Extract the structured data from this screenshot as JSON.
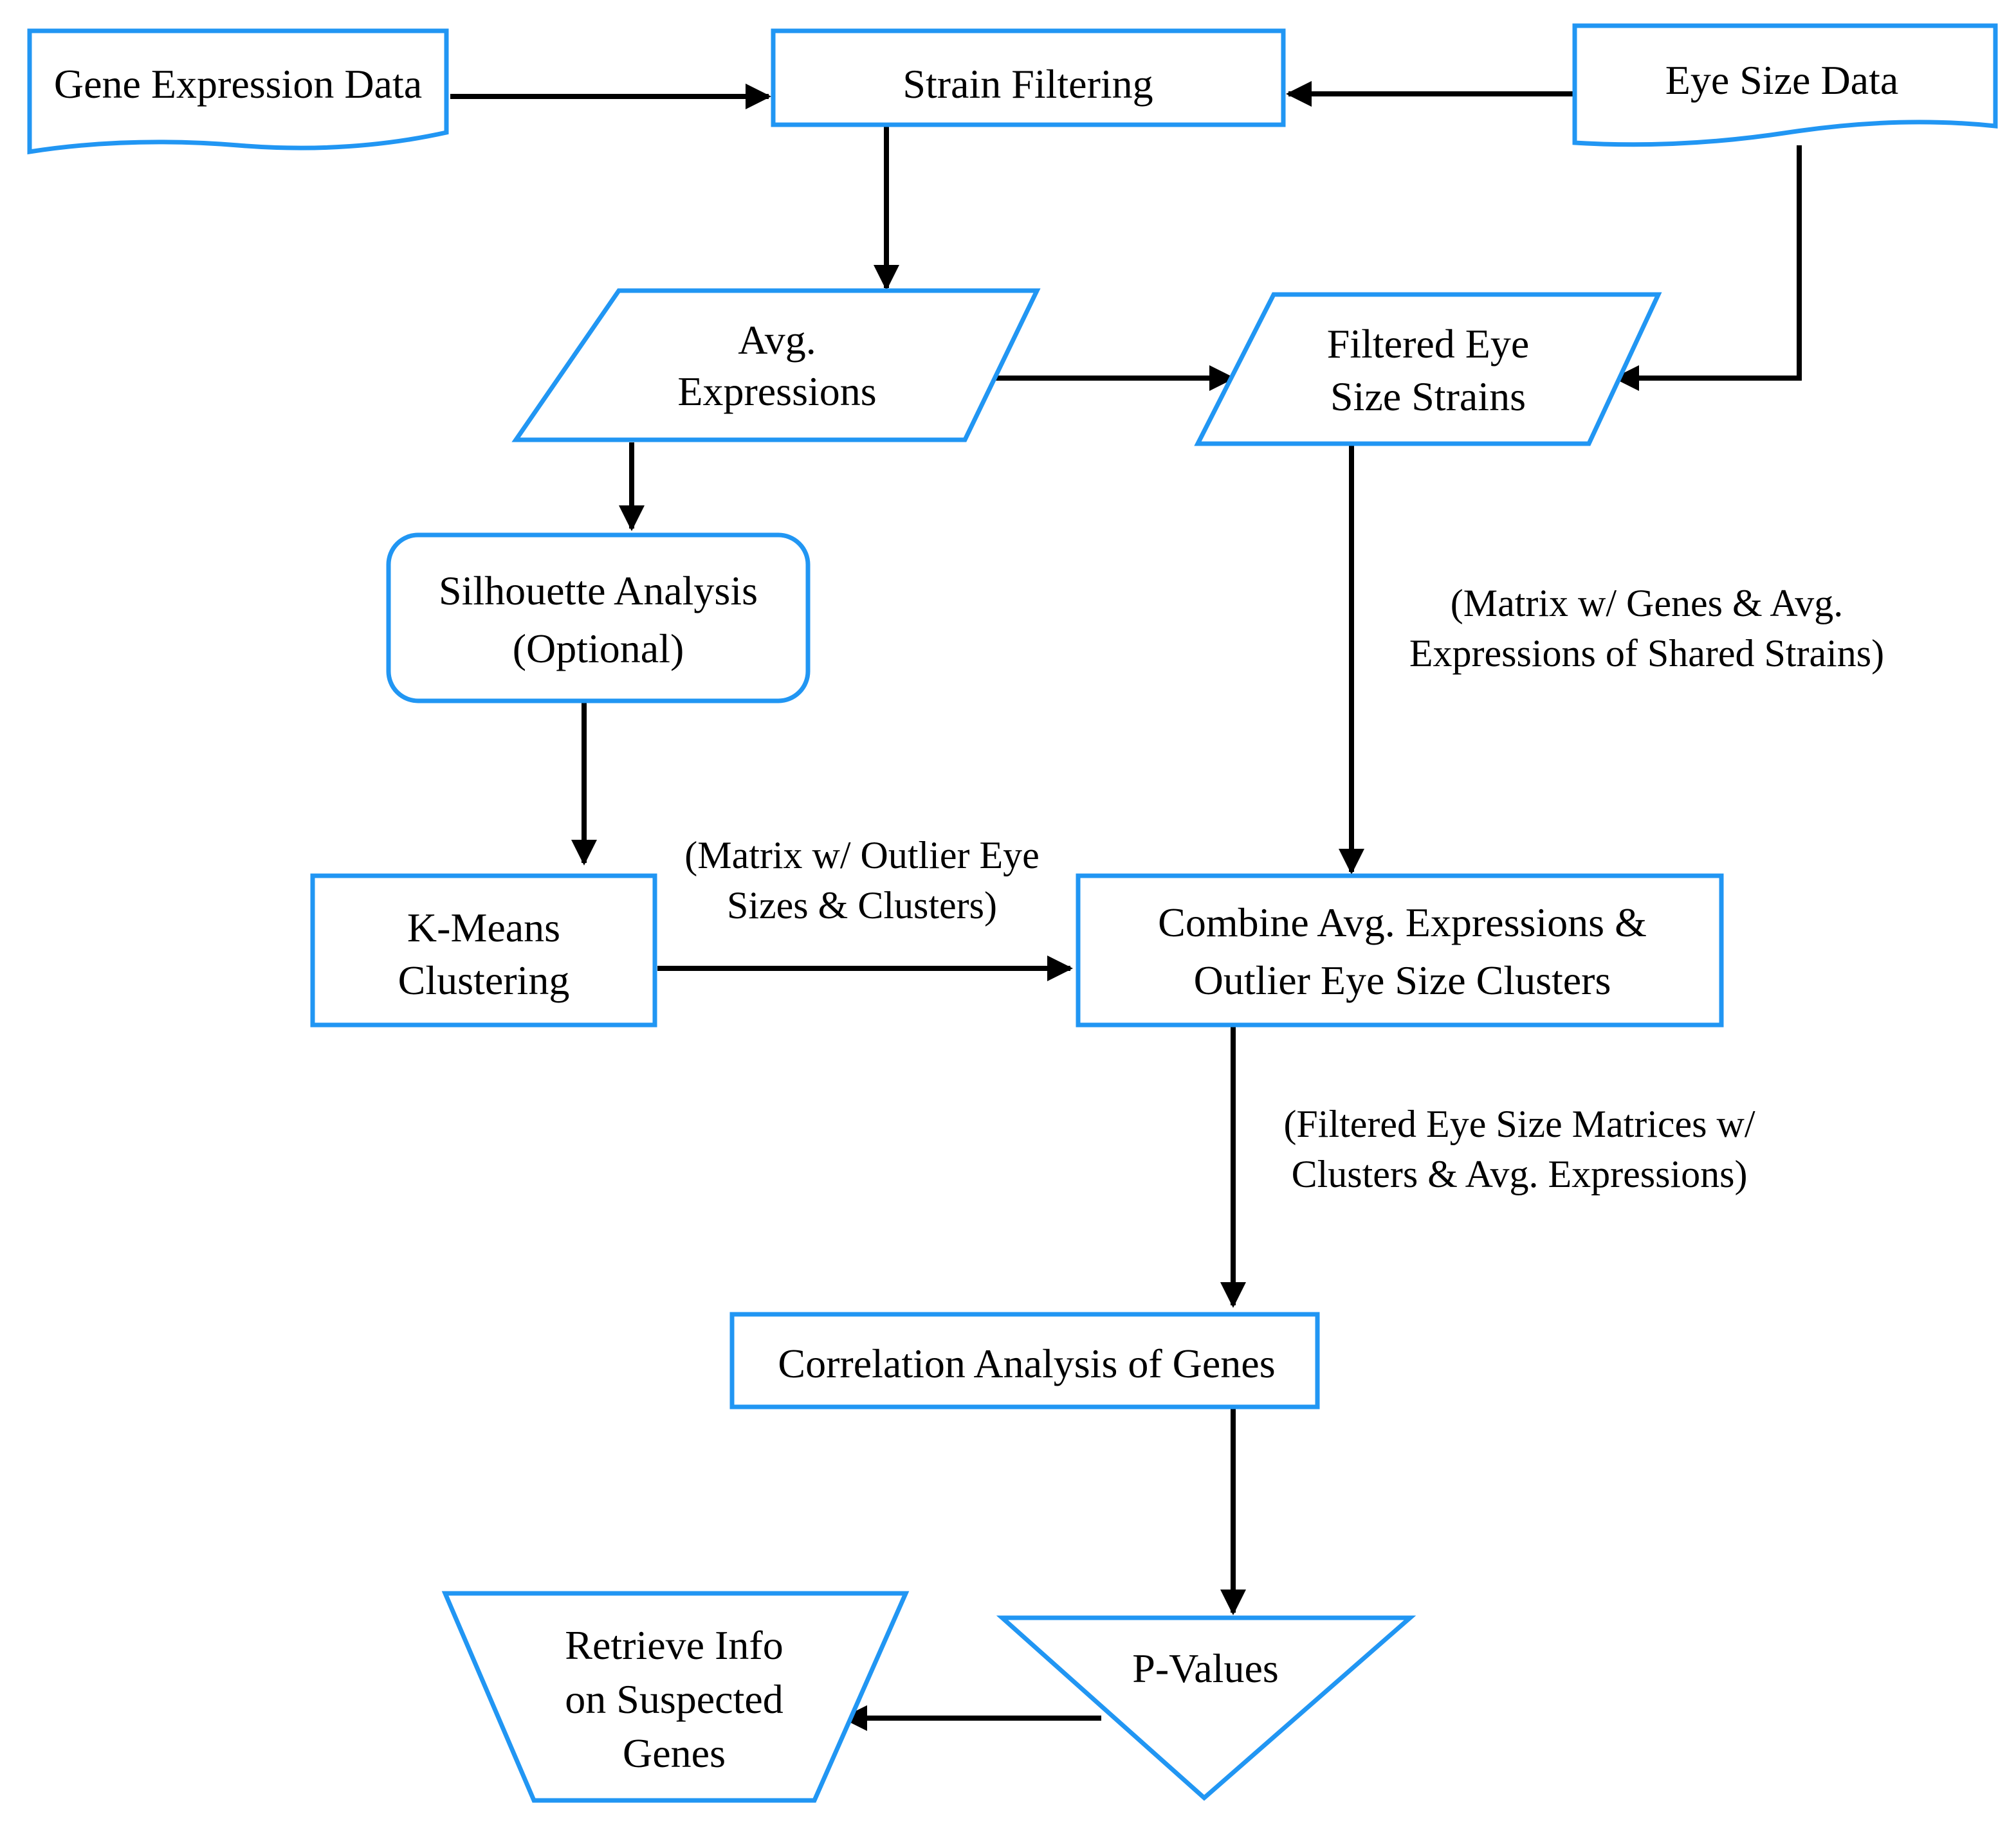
{
  "colors": {
    "shape_stroke": "#2196f3",
    "arrow": "#000000",
    "background": "#ffffff"
  },
  "nodes": {
    "gene_expression_data": {
      "shape": "document",
      "text": "Gene Expression Data"
    },
    "strain_filtering": {
      "shape": "process",
      "text": "Strain Filtering"
    },
    "eye_size_data": {
      "shape": "document",
      "text": "Eye Size Data"
    },
    "avg_expressions": {
      "shape": "data",
      "line1": "Avg.",
      "line2": "Expressions"
    },
    "filtered_eye_size_strains": {
      "shape": "data",
      "line1": "Filtered Eye",
      "line2": "Size Strains"
    },
    "silhouette_analysis": {
      "shape": "alternate-process",
      "line1": "Silhouette Analysis",
      "line2": "(Optional)"
    },
    "kmeans_clustering": {
      "shape": "process",
      "line1": "K-Means",
      "line2": "Clustering"
    },
    "combine": {
      "shape": "process",
      "line1": "Combine Avg. Expressions &",
      "line2": "Outlier Eye Size Clusters"
    },
    "correlation_analysis": {
      "shape": "process",
      "text": "Correlation Analysis of Genes"
    },
    "p_values": {
      "shape": "merge",
      "text": "P-Values"
    },
    "retrieve_info": {
      "shape": "manual-operation",
      "line1": "Retrieve Info",
      "line2": "on Suspected",
      "line3": "Genes"
    }
  },
  "edge_labels": {
    "matrix_genes": {
      "line1": "(Matrix w/ Genes & Avg.",
      "line2": "Expressions of Shared Strains)"
    },
    "matrix_outlier": {
      "line1": "(Matrix w/ Outlier Eye",
      "line2": "Sizes & Clusters)"
    },
    "filtered_matrices": {
      "line1": "(Filtered Eye Size Matrices w/",
      "line2": "Clusters & Avg. Expressions)"
    }
  }
}
